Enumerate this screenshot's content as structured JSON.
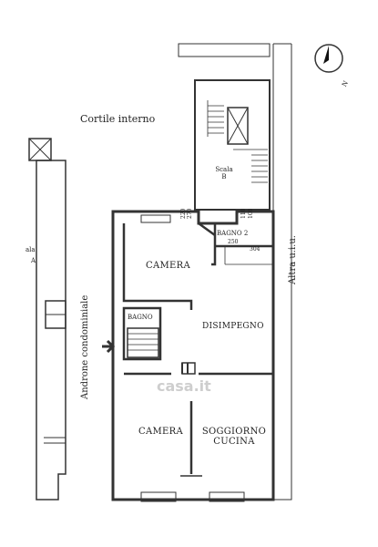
{
  "labels": {
    "cortile": "Cortile interno",
    "scala_b_1": "Scala",
    "scala_b_2": "B",
    "scala_left_1": "ala",
    "scala_left_2": "A",
    "camera_top": "CAMERA",
    "bagno2": "BAGNO 2",
    "disimpegno": "DISIMPEGNO",
    "bagno": "BAGNO",
    "camera_bottom": "CAMERA",
    "soggiorno_1": "SOGGIORNO",
    "soggiorno_2": "CUCINA",
    "androne": "Androne condominiale",
    "altra": "Altra u.i.u.",
    "north": "N"
  },
  "dimensions": {
    "d220": "220",
    "d270": "270",
    "d110": "110",
    "d100": "100",
    "d250": "250",
    "d304": "304"
  },
  "watermark": "casa.it"
}
